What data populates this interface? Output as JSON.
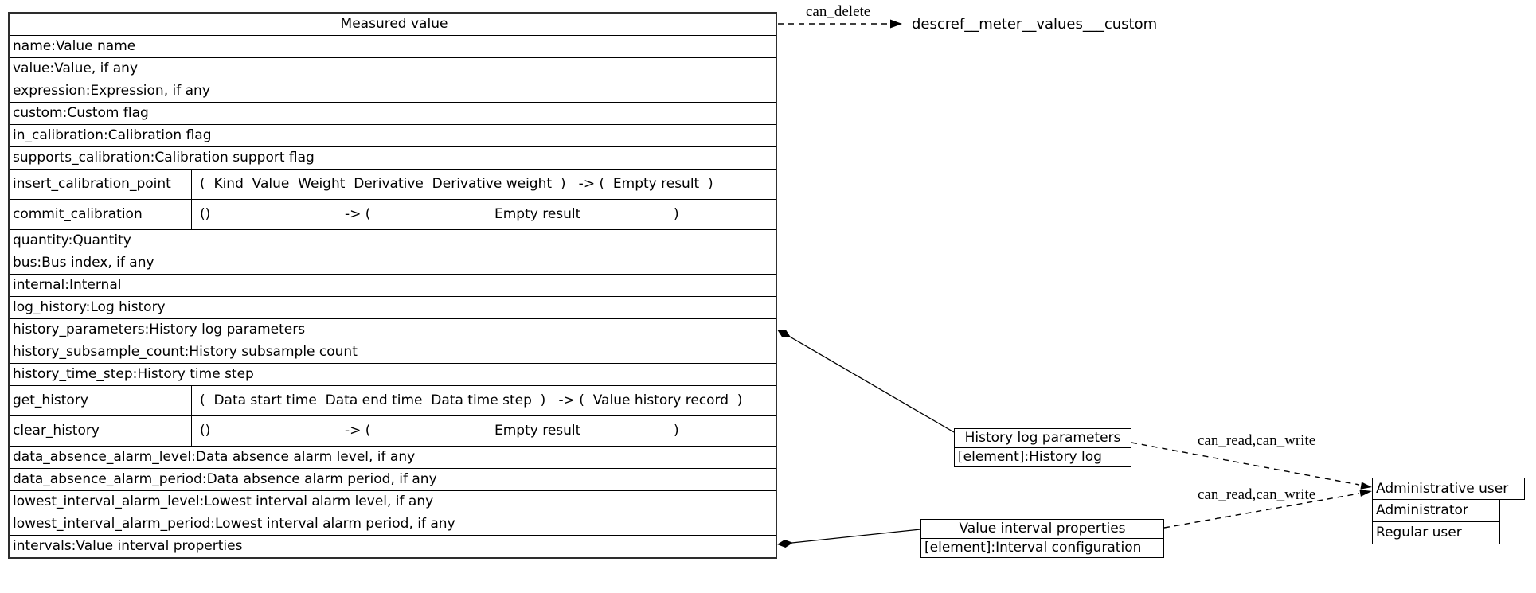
{
  "colors": {
    "line": "#000000",
    "background": "#ffffff",
    "outer_border": "#2d2d2d"
  },
  "table": {
    "rows": [
      {
        "type": "title",
        "text": "Measured value"
      },
      {
        "type": "field",
        "text": "name:Value name"
      },
      {
        "type": "field",
        "text": "value:Value, if any"
      },
      {
        "type": "field",
        "text": "expression:Expression, if any"
      },
      {
        "type": "field",
        "text": "custom:Custom flag"
      },
      {
        "type": "field",
        "text": "in_calibration:Calibration flag"
      },
      {
        "type": "field",
        "text": "supports_calibration:Calibration support flag"
      },
      {
        "type": "method",
        "label": "insert_calibration_point",
        "sig": "(  Kind  Value  Weight  Derivative  Derivative weight  )   -> (  Empty result  )"
      },
      {
        "type": "method2",
        "label": "commit_calibration",
        "sig_left": "()",
        "sig_mid": "-> (",
        "sig_center": "Empty result",
        "sig_right": ")"
      },
      {
        "type": "field",
        "text": "quantity:Quantity"
      },
      {
        "type": "field",
        "text": "bus:Bus index, if any"
      },
      {
        "type": "field",
        "text": "internal:Internal"
      },
      {
        "type": "field",
        "text": "log_history:Log history"
      },
      {
        "type": "field",
        "text": "history_parameters:History log parameters"
      },
      {
        "type": "field",
        "text": "history_subsample_count:History subsample count"
      },
      {
        "type": "field",
        "text": "history_time_step:History time step"
      },
      {
        "type": "method",
        "label": "get_history",
        "sig": "(  Data start time  Data end time  Data time step  )   -> (  Value history record  )"
      },
      {
        "type": "method2",
        "label": "clear_history",
        "sig_left": "()",
        "sig_mid": "-> (",
        "sig_center": "Empty result",
        "sig_right": ")"
      },
      {
        "type": "field",
        "text": "data_absence_alarm_level:Data absence alarm level, if any"
      },
      {
        "type": "field",
        "text": "data_absence_alarm_period:Data absence alarm period, if any"
      },
      {
        "type": "field",
        "text": "lowest_interval_alarm_level:Lowest interval alarm level, if any"
      },
      {
        "type": "field",
        "text": "lowest_interval_alarm_period:Lowest interval alarm period, if any"
      },
      {
        "type": "field",
        "text": "intervals:Value interval properties"
      }
    ]
  },
  "node_descref": {
    "text": "descref__meter__values___custom"
  },
  "node_history_log": {
    "title": "History log parameters",
    "field": "[element]:History log"
  },
  "node_value_interval": {
    "title": "Value interval properties",
    "field": "[element]:Interval configuration"
  },
  "node_admin_user": {
    "title": "Administrative user",
    "items": [
      "Administrator",
      "Regular user"
    ]
  },
  "edges": {
    "can_delete": {
      "label": "can_delete"
    },
    "history_to_admin": {
      "label": "can_read,can_write"
    },
    "interval_to_admin": {
      "label": "can_read,can_write"
    }
  }
}
